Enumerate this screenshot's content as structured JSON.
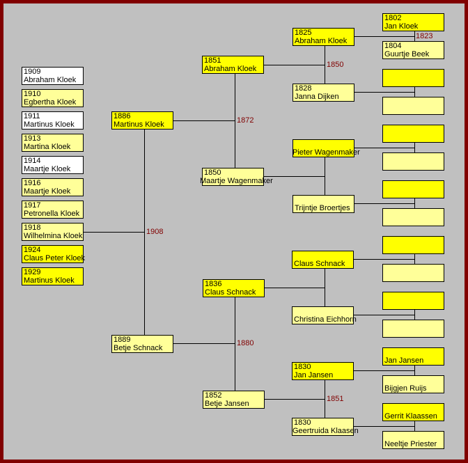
{
  "children": [
    {
      "year": "1909",
      "name": "Abraham Kloek"
    },
    {
      "year": "1910",
      "name": "Egbertha Kloek"
    },
    {
      "year": "1911",
      "name": "Martinus Kloek"
    },
    {
      "year": "1913",
      "name": "Martina Kloek"
    },
    {
      "year": "1914",
      "name": "Maartje Kloek"
    },
    {
      "year": "1916",
      "name": "Maartje Kloek"
    },
    {
      "year": "1917",
      "name": "Petronella Kloek"
    },
    {
      "year": "1918",
      "name": "Wilhelmina Kloek"
    },
    {
      "year": "1924",
      "name": "Claus Peter Kloek"
    },
    {
      "year": "1929",
      "name": "Martinus Kloek"
    }
  ],
  "parents": {
    "father": {
      "year": "1886",
      "name": "Martinus Kloek"
    },
    "mother": {
      "year": "1889",
      "name": "Betje Schnack"
    },
    "marriage": "1908"
  },
  "grandparents": {
    "pf": {
      "year": "1851",
      "name": "Abraham Kloek"
    },
    "pm": {
      "year": "1850",
      "name": "Maartje Wagenmaker"
    },
    "p_marriage": "1872",
    "mf": {
      "year": "1836",
      "name": "Claus Schnack"
    },
    "mm": {
      "year": "1852",
      "name": "Betje Jansen"
    },
    "m_marriage": "1880"
  },
  "great_grandparents": [
    {
      "year": "1825",
      "name": "Abraham Kloek"
    },
    {
      "year": "1828",
      "name": "Janna Dijken"
    },
    {
      "year": "",
      "name": "Pieter Wagenmaker"
    },
    {
      "year": "",
      "name": "Trijntje Broertjes"
    },
    {
      "year": "",
      "name": "Claus Schnack"
    },
    {
      "year": "",
      "name": "Christina Eichhorn"
    },
    {
      "year": "1830",
      "name": "Jan Jansen"
    },
    {
      "year": "1830",
      "name": "Geertruida Klaasen"
    }
  ],
  "gg_marriages": {
    "kloek": "1850",
    "jansen": "1851"
  },
  "ggg": [
    {
      "year": "1802",
      "name": "Jan Kloek"
    },
    {
      "year": "1804",
      "name": "Guurtje Beek"
    },
    {
      "year": "",
      "name": ""
    },
    {
      "year": "",
      "name": ""
    },
    {
      "year": "",
      "name": ""
    },
    {
      "year": "",
      "name": ""
    },
    {
      "year": "",
      "name": ""
    },
    {
      "year": "",
      "name": ""
    },
    {
      "year": "",
      "name": ""
    },
    {
      "year": "",
      "name": ""
    },
    {
      "year": "",
      "name": ""
    },
    {
      "year": "",
      "name": ""
    },
    {
      "year": "",
      "name": "Jan Jansen"
    },
    {
      "year": "",
      "name": "Bijgjen Ruijs"
    },
    {
      "year": "",
      "name": "Gerrit Klaassen"
    },
    {
      "year": "",
      "name": "Neeltje Priester"
    }
  ],
  "ggg_marriages": {
    "kloek": "1823"
  },
  "colors": {
    "male": "#ffff00",
    "female": "#ffff99",
    "unknown": "#ffffff",
    "frame": "#800000",
    "background": "#c0c0c0",
    "marriage_label": "#800000"
  }
}
